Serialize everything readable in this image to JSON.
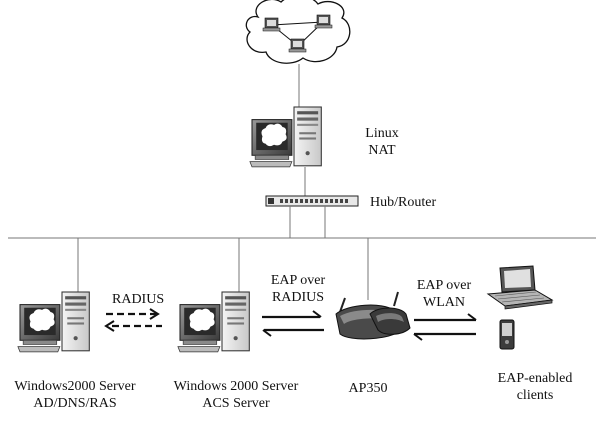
{
  "labels": {
    "linux_nat_line1": "Linux",
    "linux_nat_line2": "NAT",
    "hub_router": "Hub/Router",
    "radius": "RADIUS",
    "eap_over_radius_line1": "EAP over",
    "eap_over_radius_line2": "RADIUS",
    "eap_over_wlan_line1": "EAP over",
    "eap_over_wlan_line2": "WLAN",
    "server1_line1": "Windows2000 Server",
    "server1_line2": "AD/DNS/RAS",
    "server2_line1": "Windows 2000 Server",
    "server2_line2": "ACS Server",
    "ap350": "AP350",
    "clients_line1": "EAP-enabled",
    "clients_line2": "clients"
  },
  "icons": [
    "internet-cloud-icon",
    "linux-workstation-icon",
    "hub-router-icon",
    "windows-server-ad-icon",
    "windows-server-acs-icon",
    "access-point-icon",
    "laptop-icon",
    "pda-icon"
  ]
}
